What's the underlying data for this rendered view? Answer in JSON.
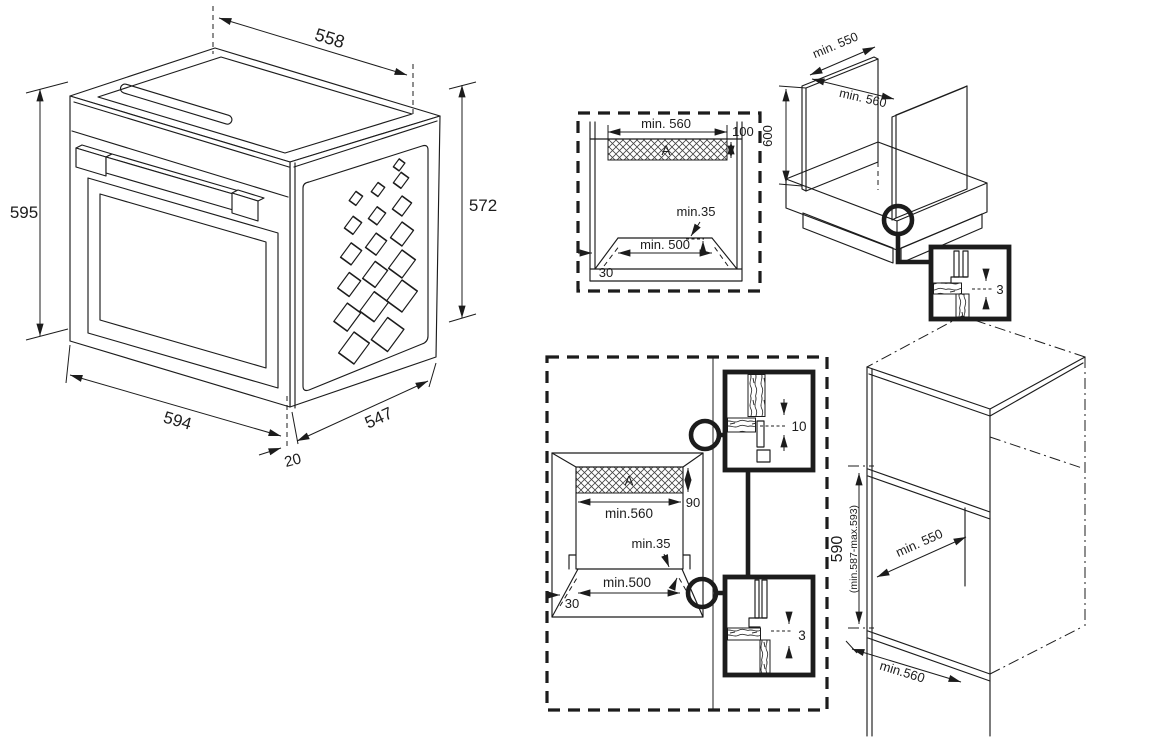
{
  "page": {
    "background": "#ffffff",
    "ink": "#1c1c1c"
  },
  "oven_view": {
    "top_width_label": "558",
    "front_height_label": "595",
    "side_height_label": "572",
    "bottom_width_label": "594",
    "depth_label": "547",
    "door_gap_label": "20"
  },
  "niche_cutout_top": {
    "area_label": "A",
    "top_width_label": "min. 560",
    "vent_height_label": "100",
    "rear_gap_label": "min.35",
    "bottom_width_label": "min. 500",
    "side_clearance_label": "30"
  },
  "base_cabinet_view": {
    "depth_label": "min. 550",
    "width_label": "min. 560",
    "height_label": "600",
    "detail_gap_label": "3"
  },
  "niche_cutout_bottom": {
    "area_label": "A",
    "vent_height_label": "90",
    "top_width_label": "min.560",
    "rear_gap_label": "min.35",
    "bottom_width_label": "min.500",
    "side_clearance_label": "30",
    "detail_gap_top_label": "10",
    "detail_gap_bottom_label": "3"
  },
  "tall_cabinet_view": {
    "niche_height_label": "590",
    "niche_height_range_label": "(min.587-max.593)",
    "depth_label": "min. 550",
    "width_label": "min.560"
  }
}
